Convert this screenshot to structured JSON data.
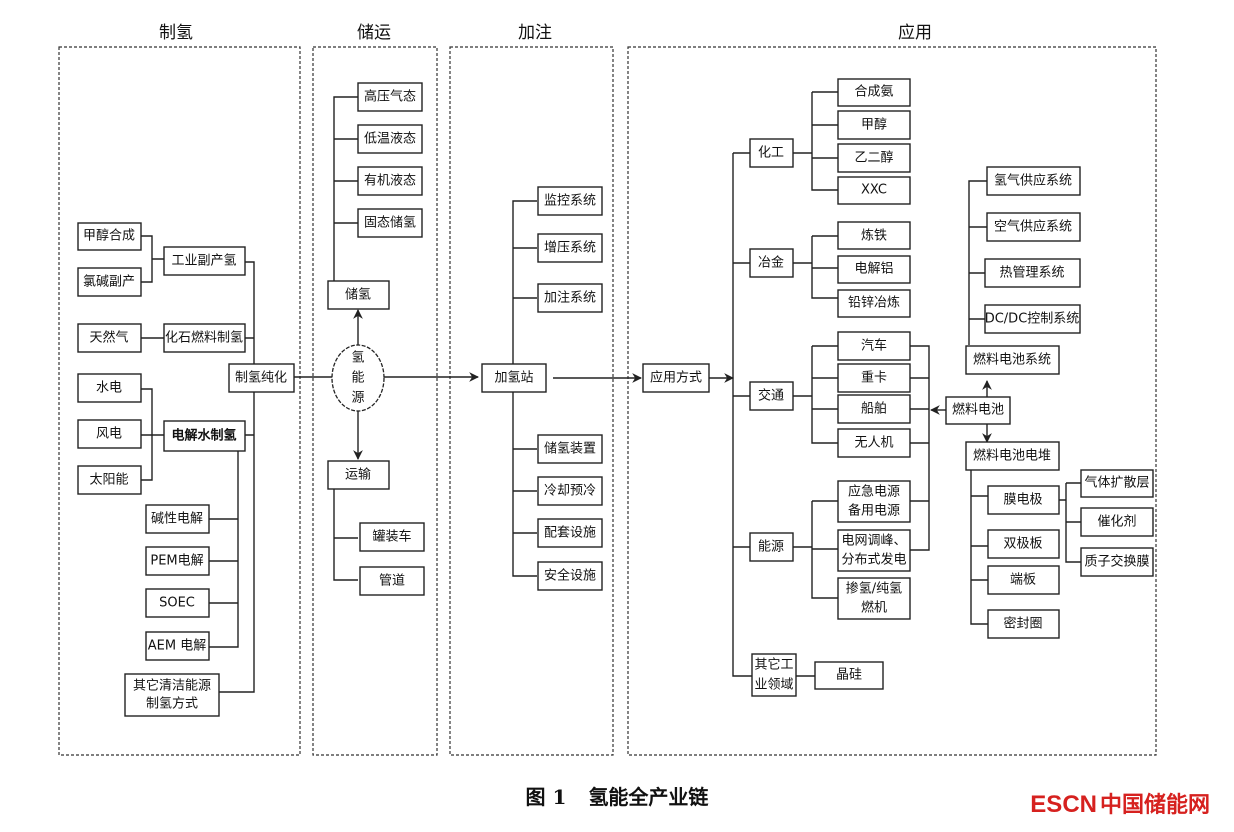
{
  "sections": [
    {
      "id": "production",
      "title": "制氢"
    },
    {
      "id": "storage",
      "title": "储运"
    },
    {
      "id": "refueling",
      "title": "加注"
    },
    {
      "id": "application",
      "title": "应用"
    }
  ],
  "nodes": {
    "methanol_synthesis": "甲醇合成",
    "chlor_alkali": "氯碱副产",
    "industrial_byproduct": "工业副产氢",
    "natural_gas": "天然气",
    "fossil_fuel_h2": "化石燃料制氢",
    "hydro": "水电",
    "wind": "风电",
    "solar": "太阳能",
    "water_electrolysis": "电解水制氢",
    "h2_purification": "制氢纯化",
    "alkaline_electrolysis": "碱性电解",
    "pem_electrolysis": "PEM电解",
    "soec": "SOEC",
    "aem_electrolysis": "AEM 电解",
    "other_clean_line1": "其它清洁能源",
    "other_clean_line2": "制氢方式",
    "high_pressure_gas": "高压气态",
    "cryogenic_liquid": "低温液态",
    "organic_liquid": "有机液态",
    "solid_storage": "固态储氢",
    "storage": "储氢",
    "hydrogen_energy_line1": "氢",
    "hydrogen_energy_line2": "能",
    "hydrogen_energy_line3": "源",
    "transport": "运输",
    "tube_trailer": "罐装车",
    "pipeline": "管道",
    "control_system": "监控系统",
    "compression_system": "增压系统",
    "dispensing_system": "加注系统",
    "h2_station": "加氢站",
    "storage_equipment": "储氢装置",
    "cooling_precooling": "冷却预冷",
    "auxiliary_facilities": "配套设施",
    "safety_facilities": "安全设施",
    "application_mode": "应用方式",
    "chemical": "化工",
    "ammonia": "合成氨",
    "methanol": "甲醇",
    "ethylene_glycol": "乙二醇",
    "xxx": "XXC",
    "metallurgy": "冶金",
    "ironmaking": "炼铁",
    "electrolytic_aluminum": "电解铝",
    "zinc_smelting": "铅锌冶炼",
    "transportation": "交通",
    "car": "汽车",
    "truck": "重卡",
    "ship": "船舶",
    "drone": "无人机",
    "energy": "能源",
    "emergency_power_line1": "应急电源",
    "emergency_power_line2": "备用电源",
    "grid_peak_line1": "电网调峰、",
    "grid_peak_line2": "分布式发电",
    "gas_turbine_line1": "掺氢/纯氢",
    "gas_turbine_line2": "燃机",
    "other_industry_line1": "其它工",
    "other_industry_line2": "业领域",
    "polysilicon": "晶硅",
    "fuel_cell": "燃料电池",
    "fuel_cell_system": "燃料电池系统",
    "h2_supply_system": "氢气供应系统",
    "air_supply_system": "空气供应系统",
    "thermal_mgmt_system": "热管理系统",
    "dcdc_control_system": "DC/DC控制系统",
    "fuel_cell_stack": "燃料电池电堆",
    "mea": "膜电极",
    "bipolar_plate": "双极板",
    "end_plate": "端板",
    "seal_ring": "密封圈",
    "gas_diffusion_layer": "气体扩散层",
    "catalyst": "催化剂",
    "proton_exchange_membrane": "质子交换膜"
  },
  "caption": {
    "number": "图 1",
    "title": "氢能全产业链"
  },
  "watermark": {
    "latin": "ESCN",
    "chinese": "中国储能网",
    "color": "#d6211f"
  }
}
